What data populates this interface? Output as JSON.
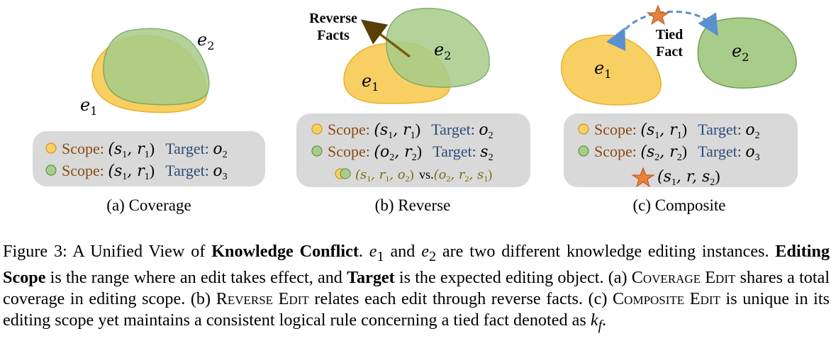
{
  "panels": {
    "a": {
      "caption": "(a) Coverage",
      "e1": "e",
      "e1_sub": "1",
      "e2": "e",
      "e2_sub": "2",
      "rows": [
        {
          "scope_label": "Scope:",
          "scope_value": "(s",
          "s1": "1",
          "mid": ",r",
          "r1": "1",
          "close": ")",
          "target_label": "Target:",
          "target_var": "o",
          "target_sub": "2"
        },
        {
          "scope_label": "Scope:",
          "scope_value": "(s",
          "s1": "1",
          "mid": ",r",
          "r1": "1",
          "close": ")",
          "target_label": "Target:",
          "target_var": "o",
          "target_sub": "3"
        }
      ]
    },
    "b": {
      "caption": "(b) Reverse",
      "arrow_label_1": "Reverse",
      "arrow_label_2": "Facts",
      "e1": "e",
      "e1_sub": "1",
      "e2": "e",
      "e2_sub": "2",
      "rows": [
        {
          "scope_label": "Scope:",
          "target_label": "Target:",
          "target_var": "o",
          "target_sub": "2"
        },
        {
          "scope_label": "Scope:",
          "target_label": "Target:",
          "target_var": "s",
          "target_sub": "2"
        }
      ],
      "vs": "vs."
    },
    "c": {
      "caption": "(c) Composite",
      "tied_1": "Tied",
      "tied_2": "Fact",
      "e1": "e",
      "e1_sub": "1",
      "e2": "e",
      "e2_sub": "2",
      "rows": [
        {
          "scope_label": "Scope:",
          "target_label": "Target:",
          "target_var": "o",
          "target_sub": "2"
        },
        {
          "scope_label": "Scope:",
          "target_label": "Target:",
          "target_var": "o",
          "target_sub": "3"
        }
      ]
    }
  },
  "caption": {
    "fig": "Figure 3:",
    "t1": "A Unified View of",
    "b1": "Knowledge Conflict",
    "t2": ".",
    "t3": "and",
    "t4": "are two different knowledge editing instances.",
    "b2": "Editing Scope",
    "t5": "is the range where an edit takes effect, and",
    "b3": "Target",
    "t6": "is the expected editing object. (a)",
    "sc1": "Coverage Edit",
    "t7": "shares a total coverage in editing scope. (b)",
    "sc2": "Reverse Edit",
    "t8": "relates each edit through reverse facts. (c)",
    "sc3": "Composite Edit",
    "t9": "is unique in its editing scope yet maintains a consistent logical rule concerning a tied fact denoted as",
    "kf": "k",
    "kf_sub": "f",
    "end": "."
  },
  "colors": {
    "yellow_fill": "#f7cf63",
    "yellow_stroke": "#e8b22c",
    "green_fill": "#a8cc8a",
    "green_stroke": "#6fa055",
    "box": "#d9d9d9",
    "scope_text": "#8a4a12",
    "target_text": "#2e4b78",
    "arrow": "#7a5a10",
    "dash_arrow": "#5b8fd0",
    "star": "#e8823a"
  }
}
